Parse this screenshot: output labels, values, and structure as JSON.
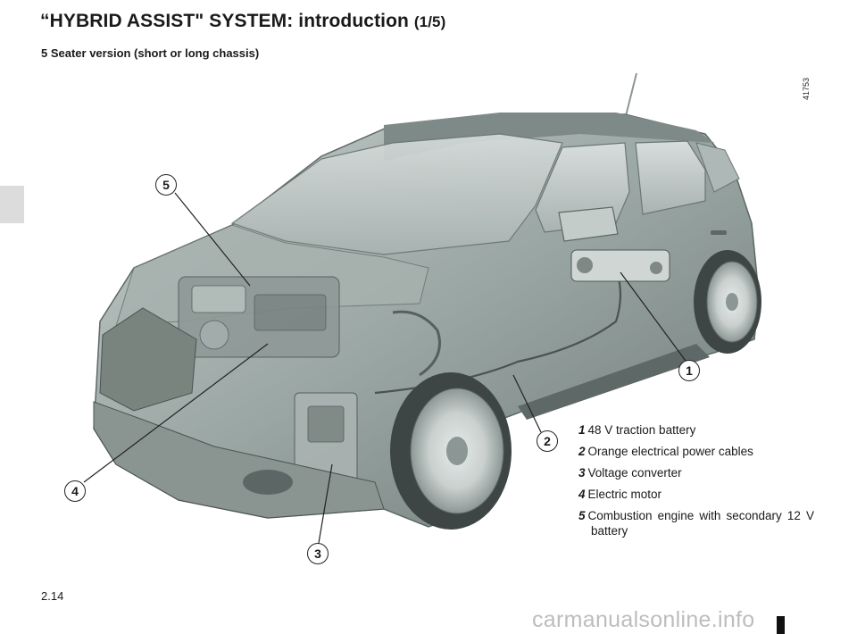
{
  "page": {
    "title": "“HYBRID ASSIST\" SYSTEM: introduction",
    "title_suffix": "(1/5)",
    "subtitle": "5 Seater version (short or long chassis)",
    "reference_code": "41753",
    "page_number": "2.14",
    "watermark": "carmanualsonline.info"
  },
  "callouts": [
    {
      "number": "1"
    },
    {
      "number": "2"
    },
    {
      "number": "3"
    },
    {
      "number": "4"
    },
    {
      "number": "5"
    }
  ],
  "legend": [
    {
      "number": "1",
      "text": "48 V traction battery"
    },
    {
      "number": "2",
      "text": "Orange electrical power cables"
    },
    {
      "number": "3",
      "text": "Voltage converter"
    },
    {
      "number": "4",
      "text": "Electric motor"
    },
    {
      "number": "5",
      "text": "Combustion engine with secondary 12 V battery"
    }
  ],
  "colors": {
    "car_body": "#9aa6a3",
    "car_dark": "#6b7673",
    "car_light": "#c9d1cf",
    "glass": "#b8c2c0",
    "chapter_tab": "#dcdcdc"
  }
}
